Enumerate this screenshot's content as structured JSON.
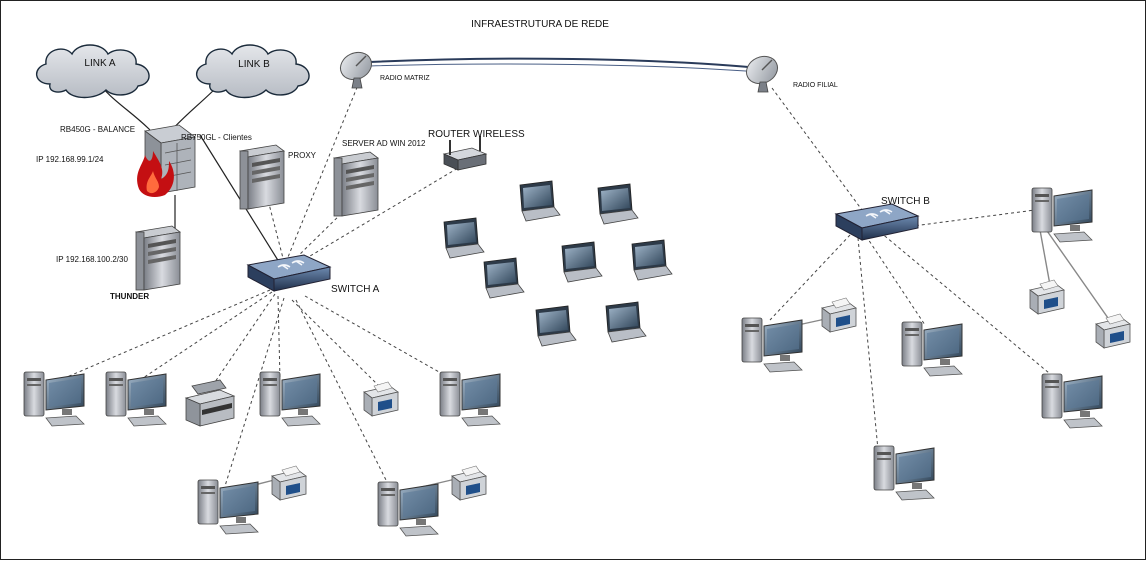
{
  "title": "INFRAESTRUTURA DE REDE",
  "clouds": {
    "link_a": "LINK A",
    "link_b": "LINK B"
  },
  "devices": {
    "firewall_label": "RB450G - BALANCE",
    "firewall_ip": "IP 192.168.99.1/24",
    "router_clients": "RB750GL - Clientes",
    "thunder_ip": "IP 192.168.100.2/30",
    "thunder": "THUNDER",
    "proxy": "PROXY",
    "server_ad": "SERVER AD WIN 2012",
    "router_wireless": "ROUTER WIRELESS",
    "switch_a": "SWITCH A",
    "switch_b": "SWITCH B",
    "radio_matriz": "RADIO MATRIZ",
    "radio_filial": "RADIO FILIAL"
  },
  "icons": [
    "cloud-icon",
    "firewall-icon",
    "server-icon",
    "router-icon",
    "switch-icon",
    "satellite-dish-icon",
    "laptop-icon",
    "desktop-icon",
    "printer-icon",
    "copier-icon"
  ]
}
